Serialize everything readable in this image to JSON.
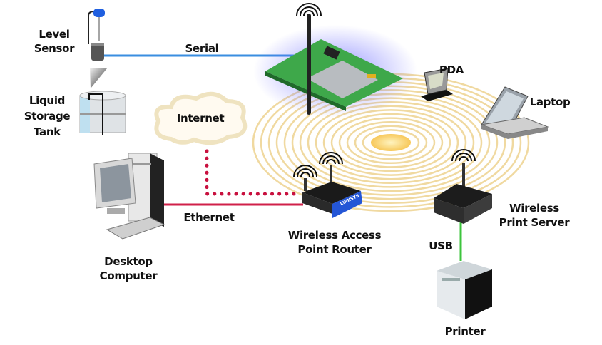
{
  "labels": {
    "level_sensor": [
      "Level",
      "Sensor"
    ],
    "liquid_storage_tank": [
      "Liquid",
      "Storage",
      "Tank"
    ],
    "serial": "Serial",
    "internet": "Internet",
    "ethernet": "Ethernet",
    "desktop_computer": [
      "Desktop",
      "Computer"
    ],
    "pda": "PDA",
    "laptop": "Laptop",
    "wireless_access_point_router": [
      "Wireless Access",
      "Point Router"
    ],
    "wireless_print_server": [
      "Wireless",
      "Print Server"
    ],
    "usb": "USB",
    "printer": "Printer"
  },
  "logo_text": "LINKSYS",
  "colors": {
    "serial_link": "#3a8ee0",
    "ethernet_link": "#d0204a",
    "internet_link": "#c8103e",
    "usb_link": "#3cc43c",
    "wireless_rings": "#f0d9a0",
    "board_glow": "#6a6aff"
  }
}
